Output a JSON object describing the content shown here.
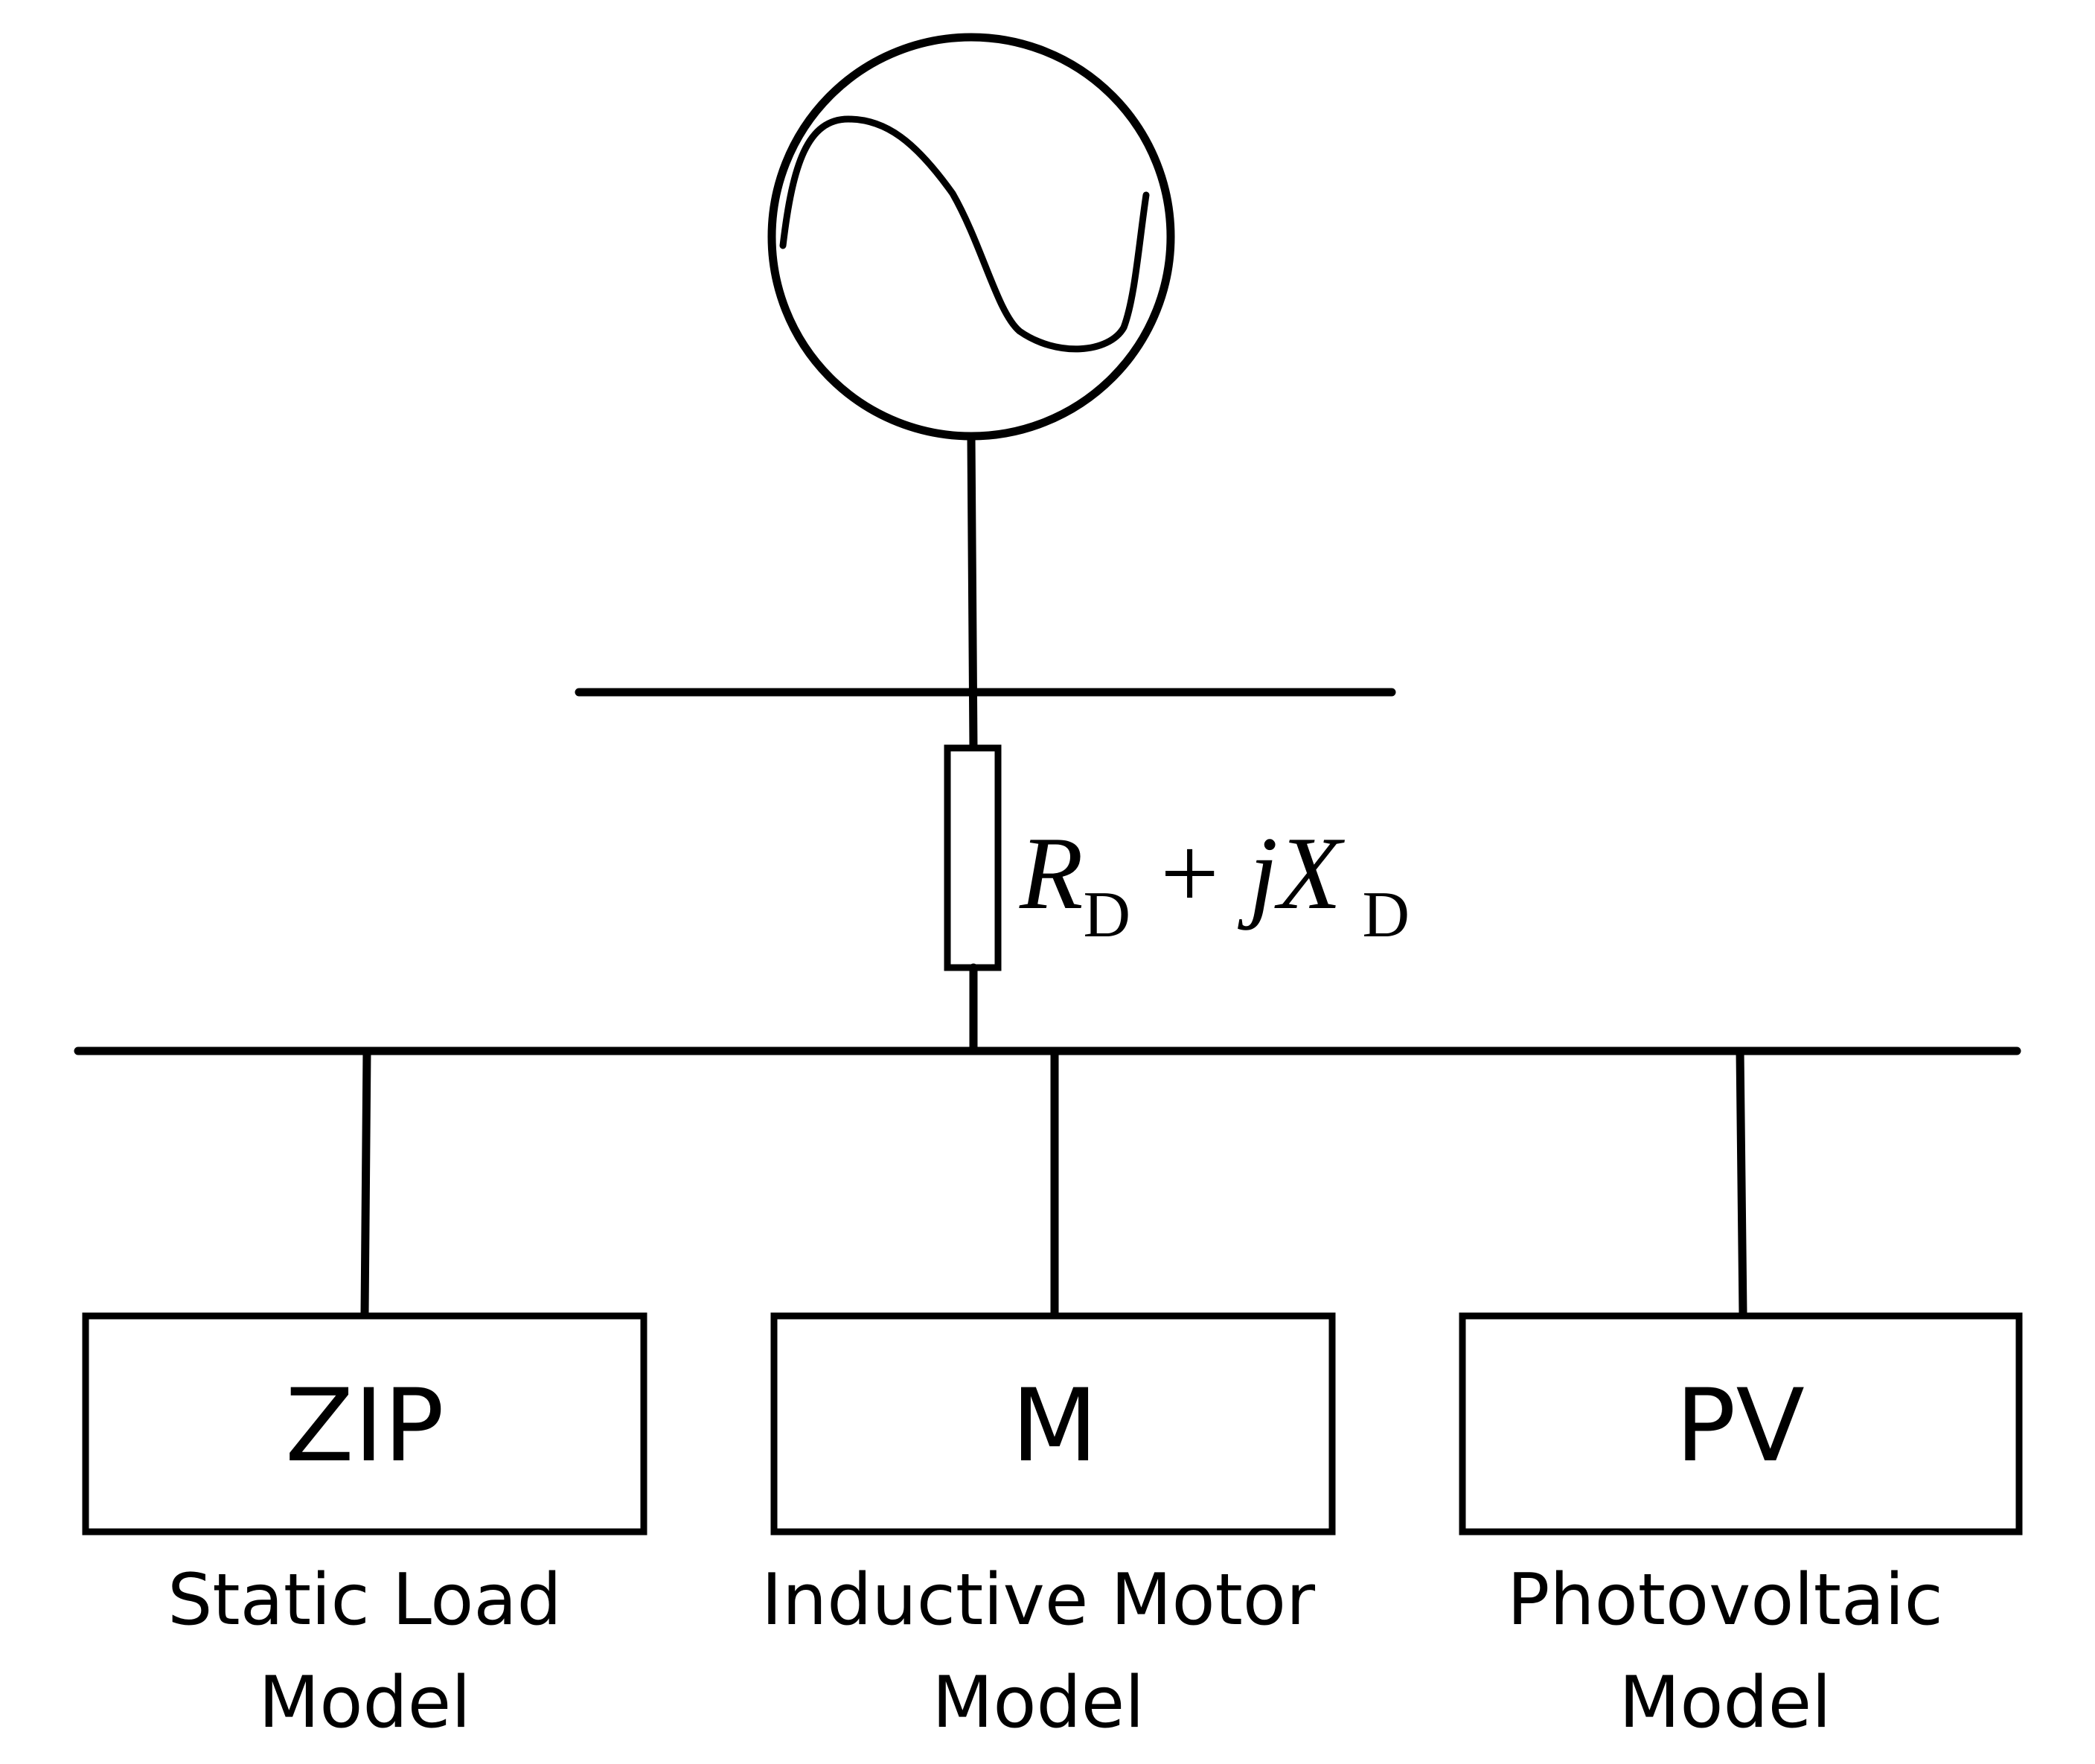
{
  "impedance": {
    "r": "R",
    "r_sub": "D",
    "plus": "+",
    "j": "j",
    "x": "X",
    "x_sub": "D"
  },
  "loads": [
    {
      "symbol": "ZIP",
      "caption_line1": "Static Load",
      "caption_line2": "Model"
    },
    {
      "symbol": "M",
      "caption_line1": "Inductive Motor",
      "caption_line2": "Model"
    },
    {
      "symbol": "PV",
      "caption_line1": "Photovoltaic",
      "caption_line2": "Model"
    }
  ]
}
